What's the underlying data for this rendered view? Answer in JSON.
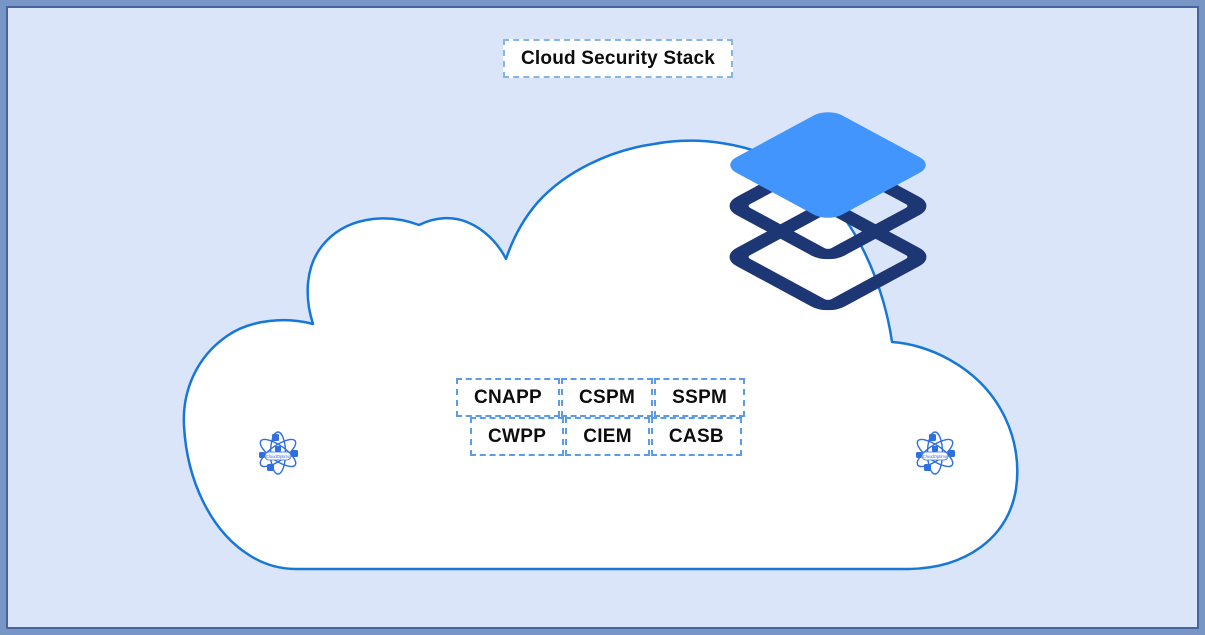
{
  "diagram": {
    "title": "Cloud Security Stack",
    "cloud": {
      "labels_row1": [
        "CNAPP",
        "CSPM",
        "SSPM"
      ],
      "labels_row2": [
        "CWPP",
        "CIEM",
        "CASB"
      ]
    },
    "watermark": {
      "logo_text": "CloudOptimo"
    },
    "icons": {
      "stack_icon": "layers-stack-icon",
      "watermark_icon": "atom-logo-icon"
    },
    "colors": {
      "canvas_background": "#dbe5fa",
      "frame_border": "#7795c5",
      "frame_inner_line": "#47649e",
      "cloud_fill": "#ffffff",
      "cloud_outline": "#1677d8",
      "stack_top_layer": "#4195fc",
      "stack_dark_layers": "#1d3775",
      "atom_logo": "#2f6fe0",
      "dashed_border": "#5c9ce6",
      "label_text": "#0d0d0d"
    }
  }
}
